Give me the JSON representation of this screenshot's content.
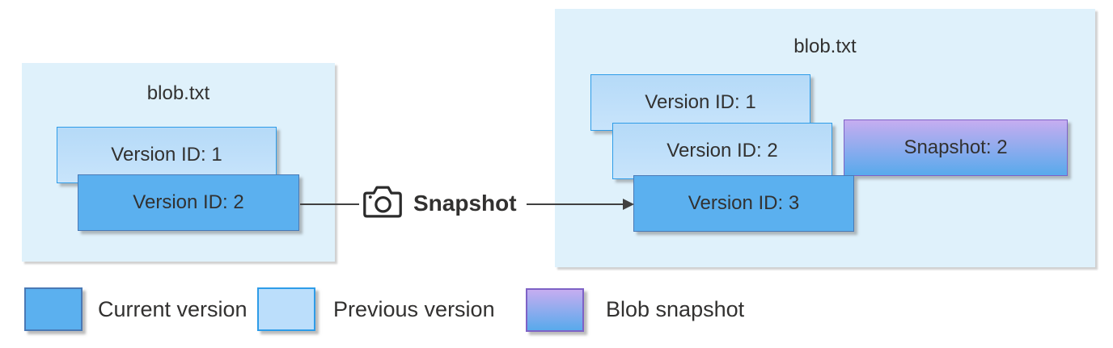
{
  "diagram": {
    "left_container": {
      "title": "blob.txt",
      "boxes": [
        {
          "label": "Version ID: 1",
          "type": "previous-version"
        },
        {
          "label": "Version ID: 2",
          "type": "current-version"
        }
      ]
    },
    "action": {
      "icon": "camera-icon",
      "label": "Snapshot"
    },
    "right_container": {
      "title": "blob.txt",
      "boxes": [
        {
          "label": "Version ID: 1",
          "type": "previous-version"
        },
        {
          "label": "Version ID: 2",
          "type": "previous-version"
        },
        {
          "label": "Snapshot: 2",
          "type": "blob-snapshot"
        },
        {
          "label": "Version ID: 3",
          "type": "current-version"
        }
      ]
    },
    "legend": {
      "items": [
        {
          "label": "Current version",
          "swatch": "current-version",
          "color": "#5BB0EF"
        },
        {
          "label": "Previous version",
          "swatch": "previous-version",
          "color": "#BBDEFB"
        },
        {
          "label": "Blob snapshot",
          "swatch": "blob-snapshot",
          "gradient_top": "#C6ADF0",
          "gradient_bottom": "#58AAEC"
        }
      ]
    },
    "colors": {
      "container_background": "#DFF1FB",
      "current_version": "#5BB0EF",
      "previous_version": "#BBDEFB",
      "snapshot_gradient_top": "#C6ADF0",
      "snapshot_gradient_bottom": "#58AAEC",
      "text": "#323130",
      "arrow": "#404040"
    }
  }
}
